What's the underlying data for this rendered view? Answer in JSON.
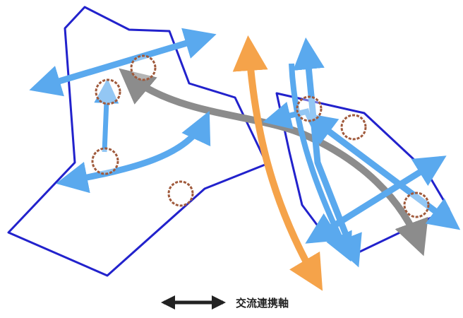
{
  "legend": {
    "label": "交流連携軸"
  },
  "colors": {
    "boundary": "#2222cc",
    "axis_light_blue": "#5aa9ee",
    "axis_gray": "#8c8c8c",
    "axis_orange": "#f5a34a",
    "node_fill": "#ffffff",
    "node_ring": "#a05a3c",
    "legend_arrow": "#222222"
  },
  "elements": {
    "left_zone": "zone-boundary",
    "right_zone": "zone-boundary",
    "nodes": [
      "node-circle",
      "node-circle",
      "node-circle",
      "node-circle",
      "node-circle",
      "node-circle",
      "node-circle"
    ]
  }
}
